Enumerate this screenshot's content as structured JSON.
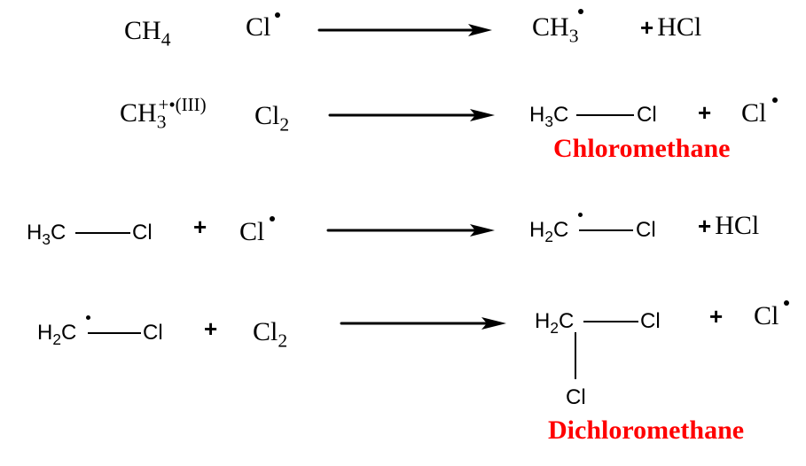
{
  "reactions": [
    {
      "id": "step1",
      "reactants": [
        {
          "formula": "CH",
          "sub": "4"
        },
        {
          "formula": "Cl",
          "radical": true
        }
      ],
      "products": [
        {
          "formula": "CH",
          "sub": "3",
          "radical": true
        },
        {
          "plus": "+",
          "formula": "HCl"
        }
      ]
    },
    {
      "id": "step2",
      "reactants": [
        {
          "formula": "CH",
          "sub": "3",
          "sup": "+•(III)"
        },
        {
          "formula": "Cl",
          "sub": "2"
        }
      ],
      "products": [
        {
          "left": "H",
          "left_sub": "3",
          "left_tail": "C",
          "right": "Cl"
        },
        {
          "plus": "+",
          "formula": "Cl",
          "radical": true
        }
      ],
      "product_name": "Chloromethane"
    },
    {
      "id": "step3",
      "reactants": [
        {
          "left": "H",
          "left_sub": "3",
          "left_tail": "C",
          "right": "Cl"
        },
        {
          "plus": "+",
          "formula": "Cl",
          "radical": true
        }
      ],
      "products": [
        {
          "left": "H",
          "left_sub": "2",
          "left_tail": "C",
          "radical": true,
          "right": "Cl"
        },
        {
          "plus": "+",
          "formula": "HCl"
        }
      ]
    },
    {
      "id": "step4",
      "reactants": [
        {
          "left": "H",
          "left_sub": "2",
          "left_tail": "C",
          "radical": true,
          "right": "Cl"
        },
        {
          "plus": "+",
          "formula": "Cl",
          "sub": "2"
        }
      ],
      "products": [
        {
          "left": "H",
          "left_sub": "2",
          "left_tail": "C",
          "right": "Cl",
          "down": "Cl"
        },
        {
          "plus": "+",
          "formula": "Cl",
          "radical": true
        }
      ],
      "product_name": "Dichloromethane"
    }
  ],
  "colors": {
    "text": "#000000",
    "label": "#ff0000",
    "background": "#ffffff"
  }
}
